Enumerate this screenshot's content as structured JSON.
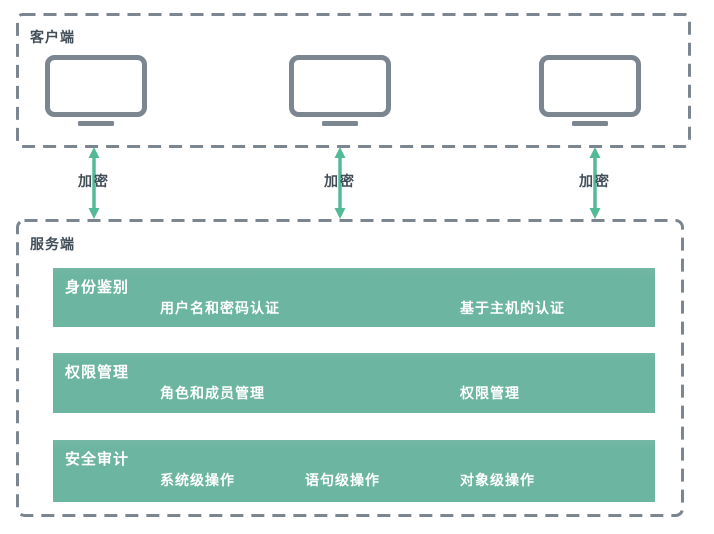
{
  "client": {
    "label": "客户端",
    "monitor_count": 3
  },
  "links": {
    "labels": [
      "加密",
      "加密",
      "加密"
    ]
  },
  "server": {
    "label": "服务端",
    "bars": [
      {
        "header": "身份鉴别",
        "items": [
          "用户名和密码认证",
          "基于主机的认证"
        ]
      },
      {
        "header": "权限管理",
        "items": [
          "角色和成员管理",
          "权限管理"
        ]
      },
      {
        "header": "安全审计",
        "items": [
          "系统级操作",
          "语句级操作",
          "对象级操作"
        ]
      }
    ]
  },
  "colors": {
    "bar_green": "#6cb5a0",
    "arrow_green": "#53ba97",
    "border_gray": "#7b8691",
    "text_dark": "#414d57",
    "bar_text": "#ffffff"
  }
}
